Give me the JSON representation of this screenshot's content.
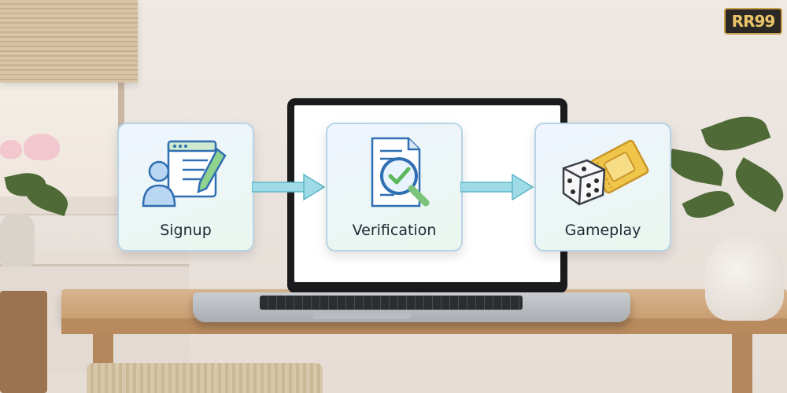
{
  "brand": {
    "logo_text": "RR99"
  },
  "flow": {
    "steps": [
      {
        "label": "Signup",
        "icon": "user-form-icon"
      },
      {
        "label": "Verification",
        "icon": "document-check-icon"
      },
      {
        "label": "Gameplay",
        "icon": "dice-ticket-icon"
      }
    ],
    "arrow_icon": "right-arrow-icon",
    "colors": {
      "card_border": "#b7d3e6",
      "arrow": "#8fd3e0",
      "accent_green": "#5cb85c",
      "accent_blue": "#2f6fb2",
      "ticket_gold": "#f0c64a"
    }
  }
}
